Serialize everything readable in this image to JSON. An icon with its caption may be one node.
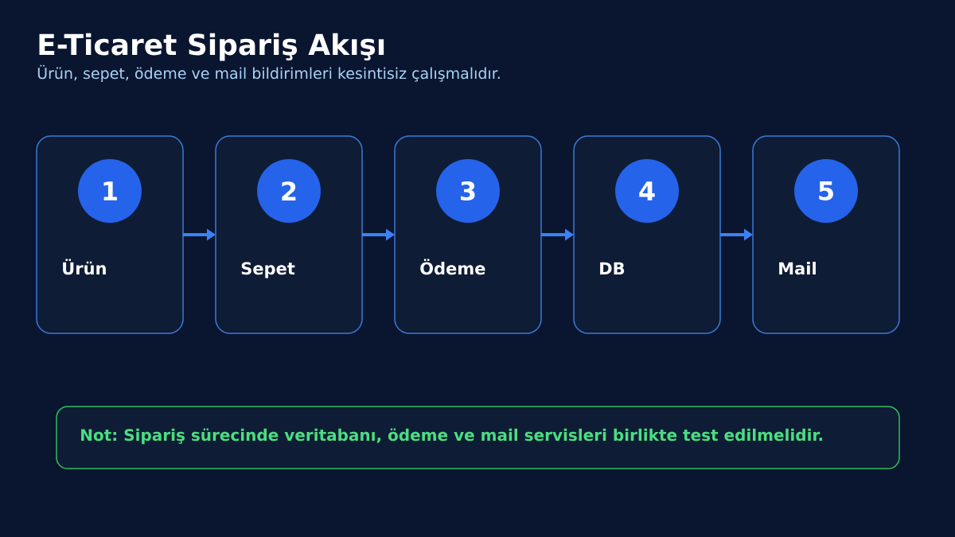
{
  "diagram": {
    "title": "E-Ticaret Sipariş Akışı",
    "nodes": [
      {
        "text": [
          "Ürün"
        ]
      },
      {
        "text": [
          "1"
        ],
        "in": 0
      },
      {
        "text": [
          "Sepet"
        ]
      },
      {
        "text": [
          "2"
        ],
        "in": 2
      },
      {
        "text": [
          "Ödeme"
        ]
      },
      {
        "text": [
          "3"
        ],
        "in": 4
      },
      {
        "text": [
          "DB"
        ]
      },
      {
        "text": [
          "4"
        ],
        "in": 6
      },
      {
        "text": [
          "Mail"
        ]
      },
      {
        "text": [
          "5"
        ],
        "in": 8
      },
      {
        "text": [
          "Not: Sipariş sürecinde veritabanı, ödeme ve mail servisleri birlikte test edilmelidir."
        ]
      }
    ],
    "edges": [
      {
        "from": 0,
        "to": 2,
        "arrow": "to"
      },
      {
        "from": 2,
        "to": 4,
        "arrow": "to"
      },
      {
        "from": 4,
        "to": 6,
        "arrow": "to"
      },
      {
        "from": 6,
        "to": 8,
        "arrow": "to"
      }
    ],
    "labels": [
      "Ürün, sepet, ödeme ve mail bildirimleri kesintisiz çalışmalıdır."
    ]
  }
}
